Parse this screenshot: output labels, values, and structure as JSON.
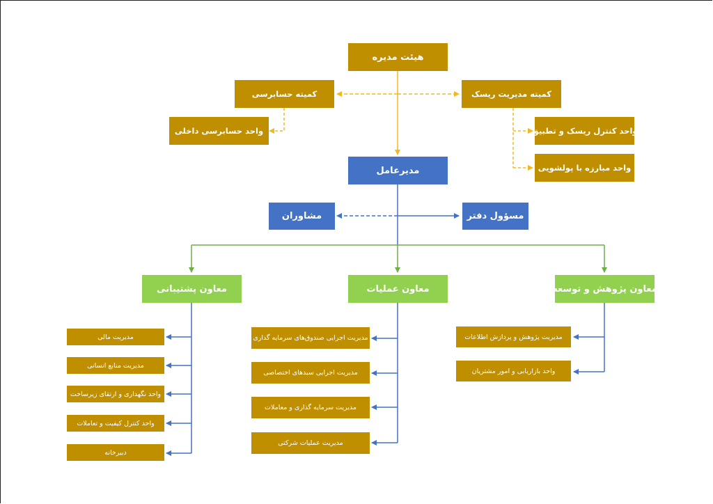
{
  "colors": {
    "gold": "#c08f00",
    "blue": "#4472c4",
    "green": "#92d050",
    "line_gold": "#f2b820",
    "line_blue": "#4472c4",
    "line_green": "#70ad47"
  },
  "board": "هیئت مدیره",
  "audit_committee": "کمیته حسابرسی",
  "risk_committee": "کمیته مدیریت ریسک",
  "internal_audit": "واحد حسابرسی داخلی",
  "risk_control": "واحد کنترل ریسک و تطبیق",
  "aml_unit": "واحد مبارزه با پولشویی",
  "ceo": "مدیرعامل",
  "advisors": "مشاوران",
  "office_manager": "مسؤول دفتر",
  "deputy_support": "معاون پشتیبانی",
  "deputy_operations": "معاون عملیات",
  "deputy_research": "معاون پژوهش و توسعه",
  "support_units": [
    "مدیریت مالی",
    "مدیریت منابع انسانی",
    "واحد نگهداری و ارتقای زیرساخت",
    "واحد کنترل کیفیت و تعاملات",
    "دبیرخانه"
  ],
  "operations_units": [
    "مدیریت اجرایی صندوق‌های سرمایه گذاری",
    "مدیریت اجرایی سبدهای اختصاصی",
    "مدیریت سرمایه گذاری و معاملات",
    "مدیریت عملیات شرکتی"
  ],
  "research_units": [
    "مدیریت پژوهش و پردازش اطلاعات",
    "واحد بازاریابی و امور مشتریان"
  ]
}
